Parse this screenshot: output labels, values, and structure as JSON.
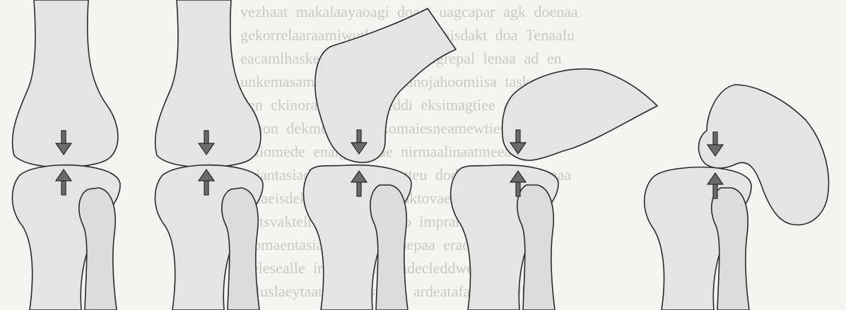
{
  "background_text": {
    "lines": [
      "vezhaat makalaayaoagi doaet uagcapar agk doenaa",
      "gekorrelaaraamiwutlaa neek yeaisdakt doa Tenaalu",
      "eacamlhaskee te voaswaslaaiagrepal lenaa ad en",
      "unkemasamptvapiajiyaoaadnojahoomiisa taskoagrek",
      "den ckinoraecamie toleddi eksitnagtiee aa dhemvk",
      "duaon dekmekaali dekomaiesneamewtiesleiipe",
      "geliomede enatgiliaalde nirmaalinaatmeeae",
      "unjantasiade arkaemaoaagteu dodeet eetaalaanenaa",
      "itafaeisdek dkaneuen eplaktovaeamoaodeauvaks",
      "lnetsvaktelraendaatagleesto imprannesitaee",
      "seomaentasiade yakeno bepaa eraderuecwaoa",
      "alelesealle irek lemtoi eadecleddweesa",
      "voluslaeytaaneekenesuiwe ardeatafaaadtaiaek"
    ]
  },
  "figure": {
    "panels": [
      {
        "id": "panel-1",
        "description_stage": "aligned",
        "arrows": 2
      },
      {
        "id": "panel-2",
        "description_stage": "aligned",
        "arrows": 2
      },
      {
        "id": "panel-3",
        "description_stage": "flexed",
        "arrows": 2
      },
      {
        "id": "panel-4",
        "description_stage": "hyperflexed",
        "arrows": 2
      },
      {
        "id": "panel-5",
        "description_stage": "subluxated",
        "arrows": 2
      }
    ],
    "colors": {
      "bone_fill": "#dcdcdc",
      "outline": "#2a2a2a",
      "arrow_fill": "#6b6b6b",
      "background": "#f4f4f2",
      "bleed_text": "#c9c9c5"
    }
  }
}
